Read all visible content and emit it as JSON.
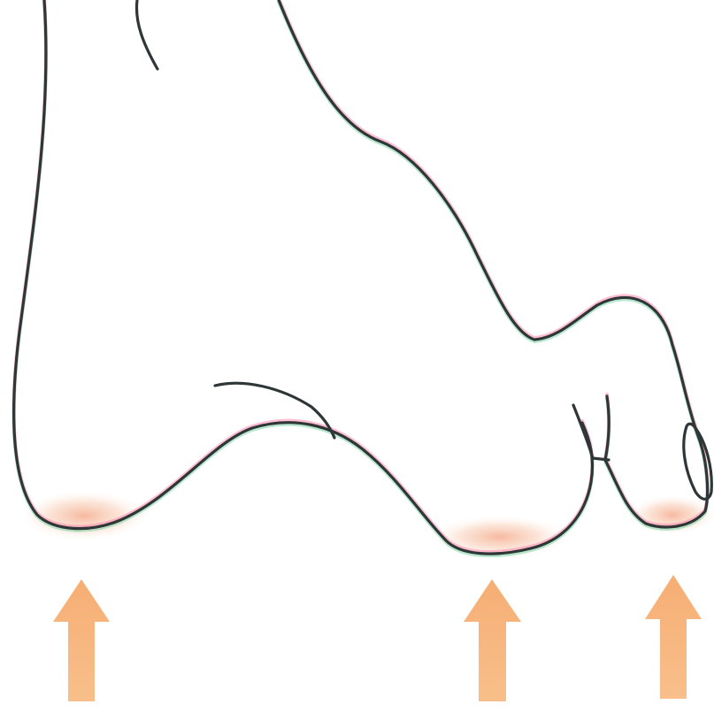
{
  "figure": {
    "subject": "foot-side-view",
    "colors": {
      "background": "#ffffff",
      "outline": "#2f3638",
      "outline_halo_green": "#7dd6a6",
      "outline_halo_pink": "#ff7fa6",
      "arrow": "#f7b37a",
      "pressure_glow": "#f4a07f"
    },
    "contact_points": [
      {
        "id": "heel"
      },
      {
        "id": "ball"
      },
      {
        "id": "toe"
      }
    ],
    "icons": [
      "up-arrow-icon",
      "up-arrow-icon",
      "up-arrow-icon"
    ]
  }
}
